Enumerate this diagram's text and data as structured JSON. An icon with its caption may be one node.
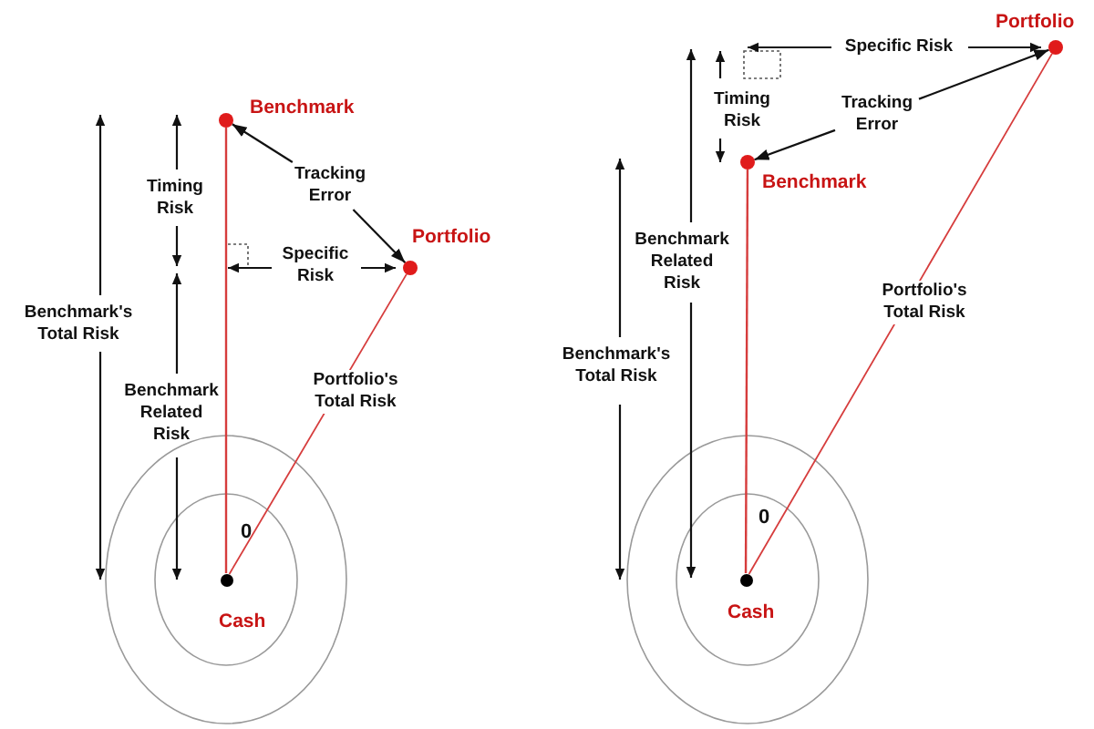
{
  "diagram": {
    "nodes": [
      {
        "text": [],
        "shape": "circle",
        "beside": [
          "Benchmark"
        ]
      },
      {
        "text": [
          "Tracking Error"
        ]
      },
      {
        "text": [],
        "shape": "circle",
        "beside": [
          "Portfolio"
        ]
      },
      {
        "text": [],
        "shape": "circle",
        "beside": [
          "Cash"
        ]
      },
      {
        "text": [],
        "shape": "circle",
        "beside": [
          "Portfolio"
        ]
      },
      {
        "text": [
          "Tracking Error"
        ]
      },
      {
        "text": [],
        "shape": "circle",
        "beside": [
          "Benchmark"
        ]
      },
      {
        "text": [],
        "shape": "circle",
        "beside": [
          "Cash"
        ]
      }
    ],
    "edges": [
      {
        "from": 1,
        "to": 0,
        "arrow": "to"
      },
      {
        "from": 1,
        "to": 2,
        "arrow": "to"
      },
      {
        "from": 3,
        "to": 0,
        "arrow": "none",
        "color": "#d63c3c"
      },
      {
        "from": 3,
        "to": 2,
        "arrow": "none",
        "color": "#d63c3c",
        "label": "Portfolio's Total Risk"
      },
      {
        "from": 5,
        "to": 4,
        "arrow": "to"
      },
      {
        "from": 5,
        "to": 6,
        "arrow": "to"
      },
      {
        "from": 7,
        "to": 6,
        "arrow": "none",
        "color": "#d63c3c"
      },
      {
        "from": 7,
        "to": 4,
        "arrow": "none",
        "color": "#d63c3c",
        "label": "Portfolio's Total Risk"
      }
    ],
    "labels": [
      "Timing Risk",
      "Specific Risk",
      "Benchmark's Total Risk",
      "Benchmark Related Risk",
      "0",
      "Specific Risk",
      "Timing Risk",
      "Benchmark Related Risk",
      "Benchmark's Total Risk",
      "0"
    ]
  }
}
